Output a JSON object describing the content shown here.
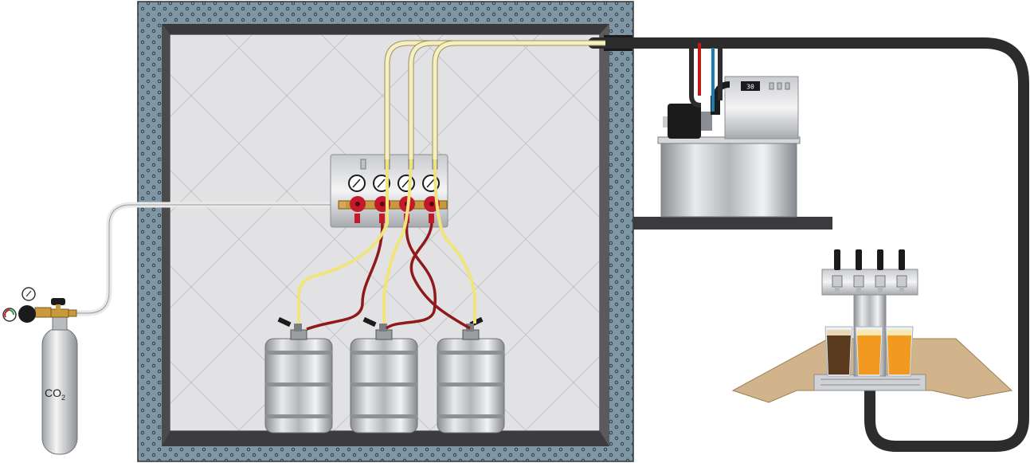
{
  "cylinder": {
    "label_main": "CO",
    "label_sub": "2"
  },
  "glycol_unit": {
    "display_value": "30"
  },
  "colors": {
    "insulation": "#7f97a5",
    "gas_line_red": "#8e1a1a",
    "beer_line_yellow": "#f1e47a",
    "trunk_line": "#2c2c2c",
    "glycol_supply": "#c21a1a",
    "glycol_return": "#1a7fb0",
    "counter": "#d2b48c"
  },
  "beverages": [
    {
      "color": "#5a3a1c",
      "foam": "#e7d7b7"
    },
    {
      "color": "#f29a1f",
      "foam": "#fbe7b0"
    },
    {
      "color": "#f29a1f",
      "foam": "#fbe7b0"
    }
  ]
}
